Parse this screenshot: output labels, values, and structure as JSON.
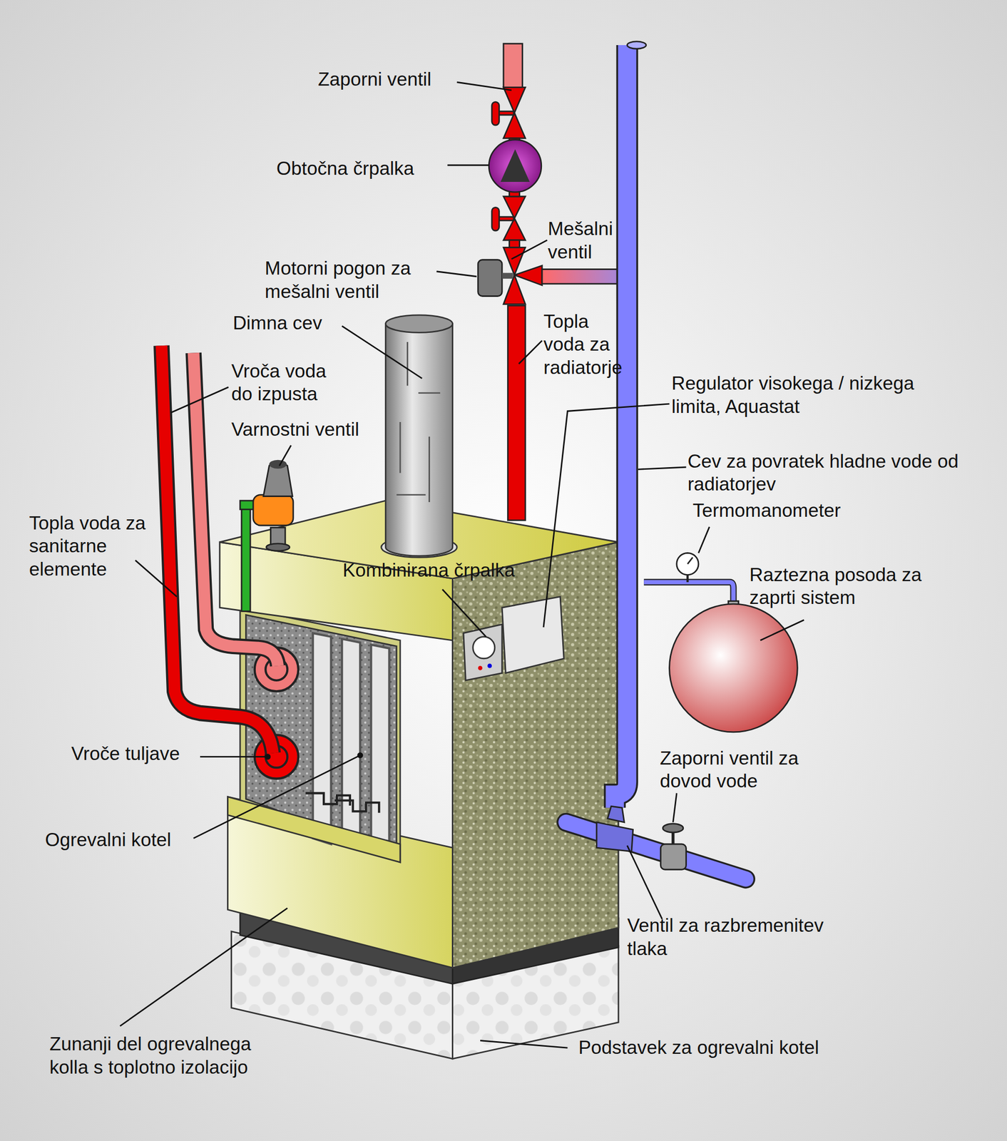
{
  "diagram": {
    "labels": [
      "Zaporni ventil",
      "Obtočna črpalka",
      "Mešalni ventil",
      "Motorni pogon za mešalni ventil",
      "Dimna cev",
      "Topla voda za radiatorje",
      "Vroča voda do izpusta",
      "Regulator visokega / nizkega limita, Aquastat",
      "Varnostni ventil",
      "Cev za povratek hladne vode od radiatorjev",
      "Topla voda za sanitarne elemente",
      "Termomanometer",
      "Kombinirana črpalka",
      "Raztezna posoda za zaprti sistem",
      "Vroče tuljave",
      "Zaporni ventil za dovod vode",
      "Ogrevalni kotel",
      "Ventil za razbremenitev tlaka",
      "Zunanji del ogrevalnega kolla s toplotno izolacijo",
      "Podstavek za ogrevalni kotel"
    ]
  }
}
